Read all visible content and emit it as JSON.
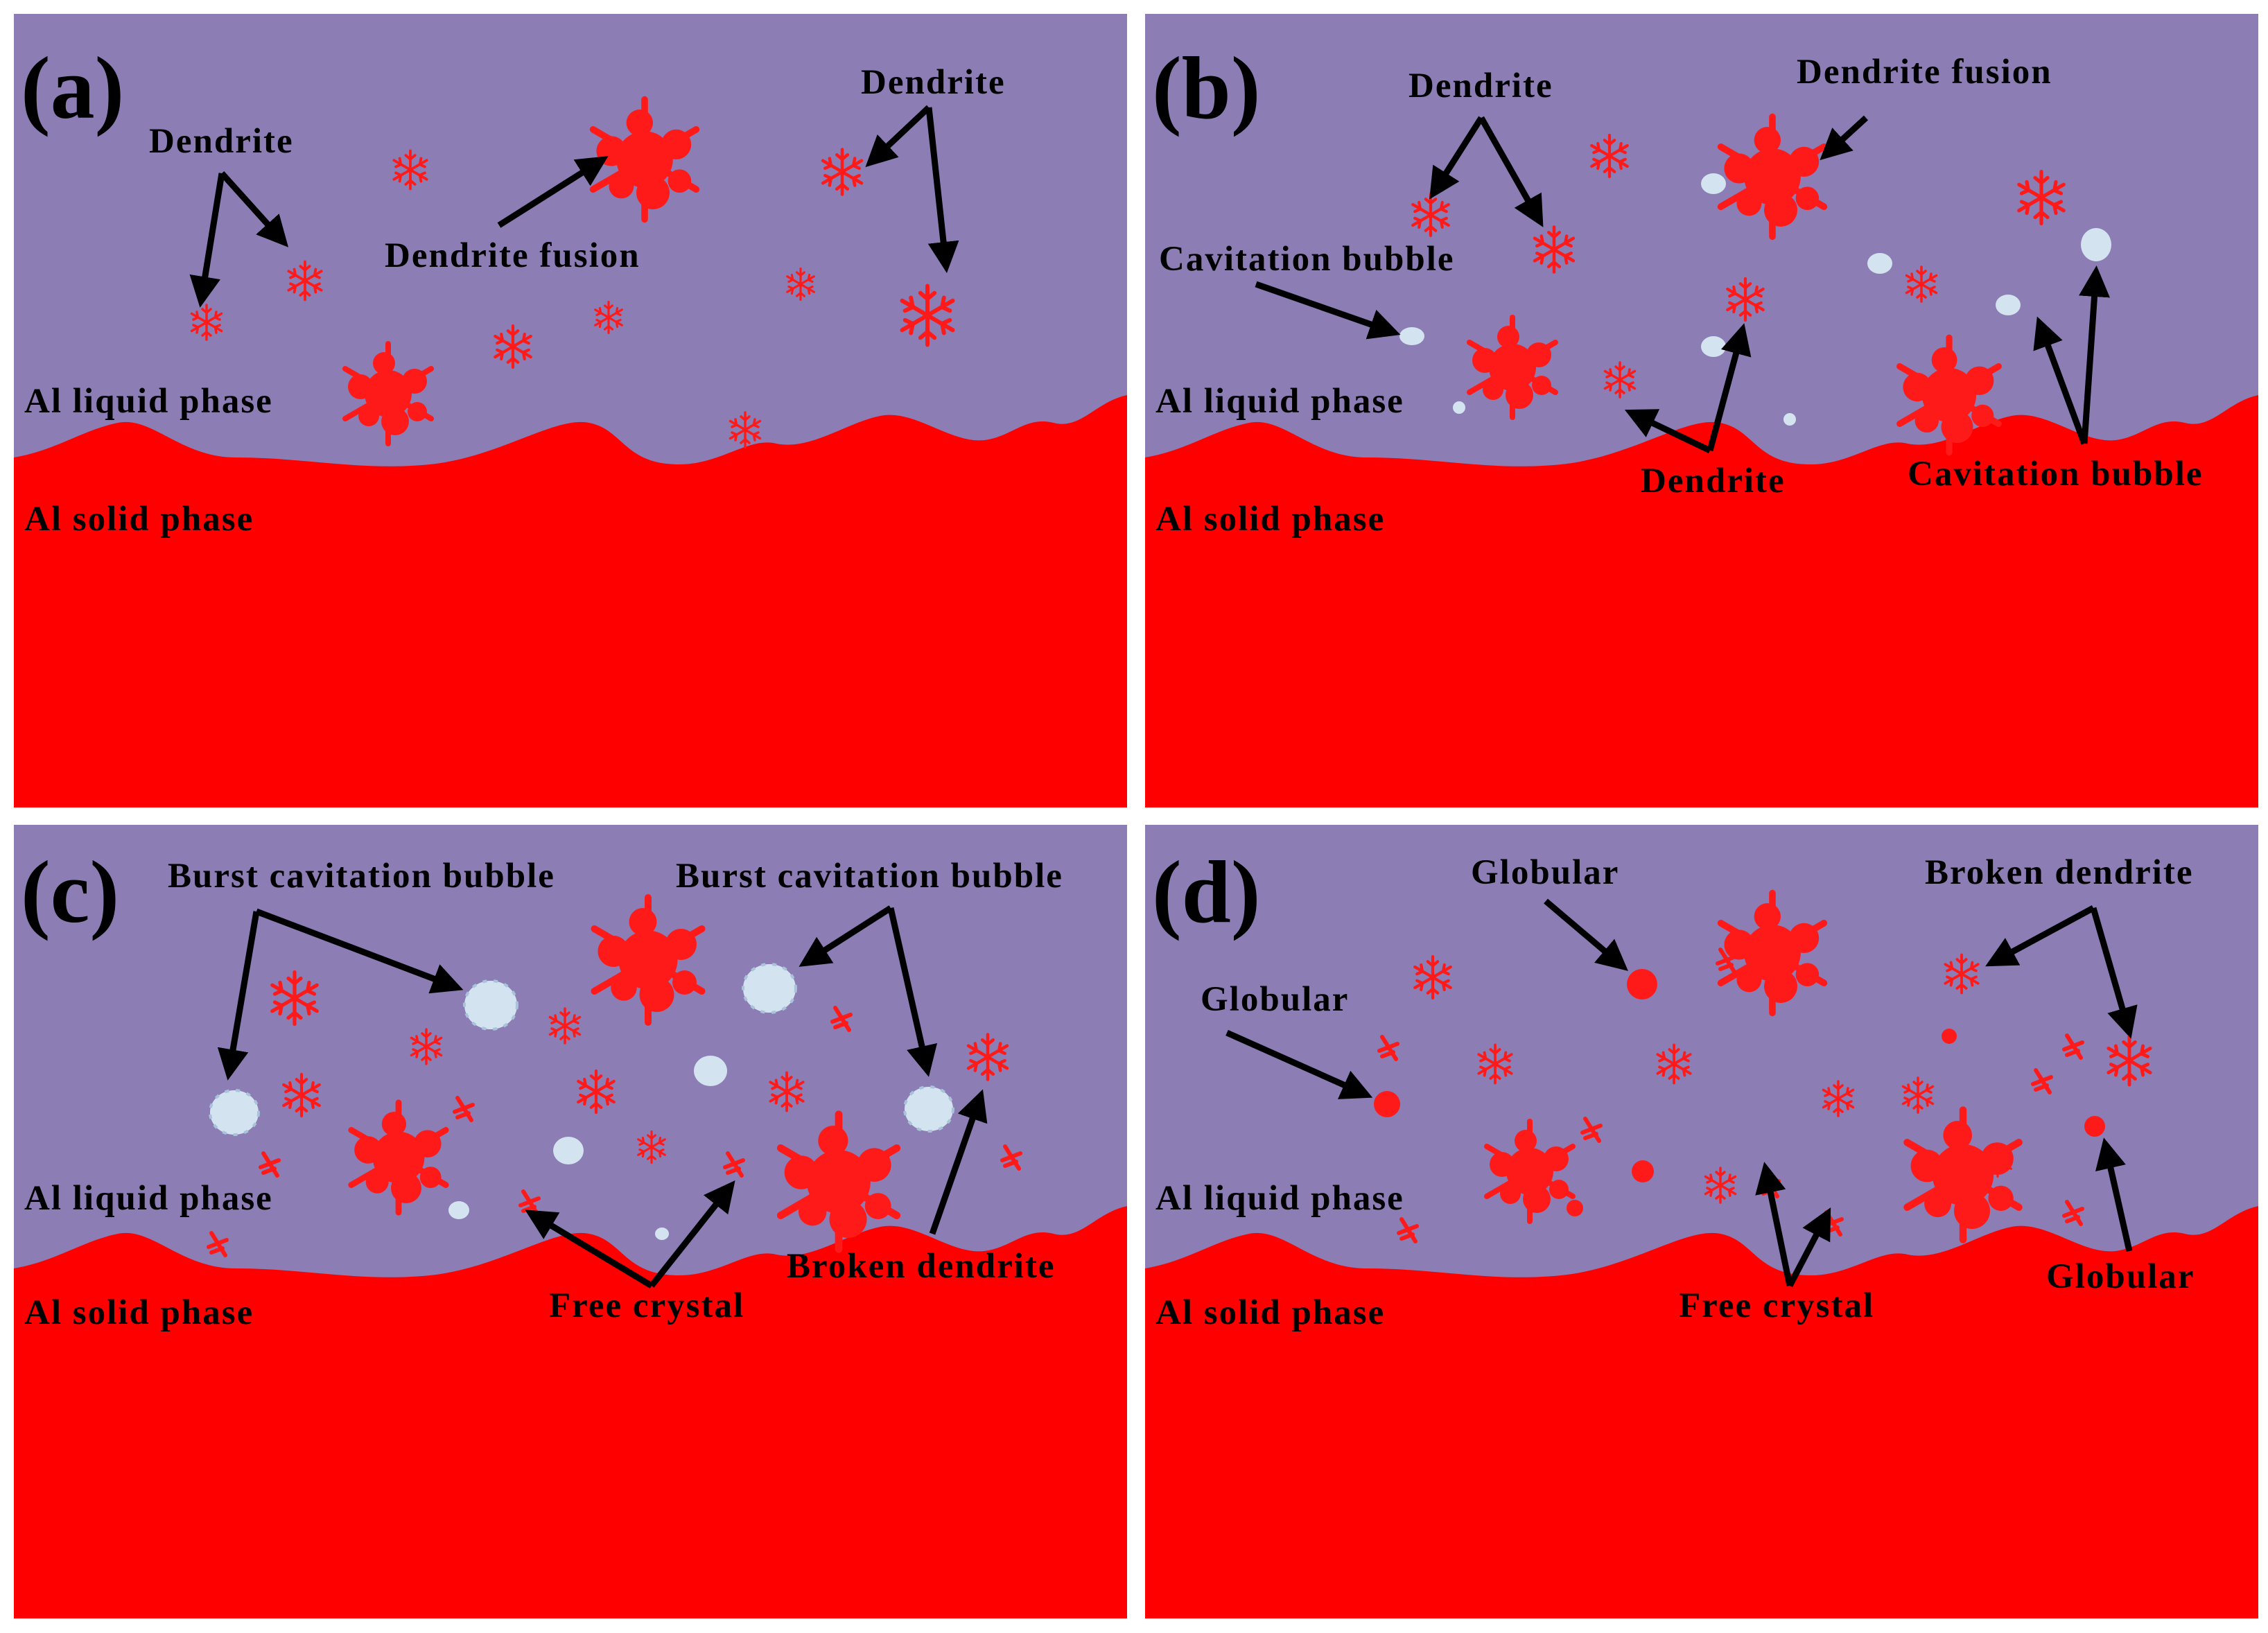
{
  "colors": {
    "liquid": "#8c7db5",
    "solid": "#ff0000",
    "crystal": "#ff1a1a",
    "bubble": "#d3e3ef",
    "bubble_edge": "#a9c3da",
    "arrow": "#000000"
  },
  "icons": {
    "dendrite": "snowflake-icon",
    "dendrite_fusion": "snowflake-cluster-icon",
    "bubble": "bubble-icon",
    "free_crystal": "small-cross-icon",
    "globular": "dot-icon"
  },
  "panels": {
    "a": {
      "letter": "(a)",
      "liquid_label": "Al liquid phase",
      "solid_label": "Al solid phase",
      "callouts": [
        "Dendrite",
        "Dendrite fusion",
        "Dendrite"
      ]
    },
    "b": {
      "letter": "(b)",
      "liquid_label": "Al liquid phase",
      "solid_label": "Al solid phase",
      "callouts": [
        "Dendrite",
        "Dendrite fusion",
        "Cavitation bubble",
        "Dendrite",
        "Cavitation bubble"
      ]
    },
    "c": {
      "letter": "(c)",
      "liquid_label": "Al liquid phase",
      "solid_label": "Al solid phase",
      "callouts": [
        "Burst cavitation bubble",
        "Burst cavitation bubble",
        "Free crystal",
        "Broken dendrite"
      ]
    },
    "d": {
      "letter": "(d)",
      "liquid_label": "Al liquid phase",
      "solid_label": "Al solid phase",
      "callouts": [
        "Globular",
        "Globular",
        "Broken dendrite",
        "Free crystal",
        "Globular"
      ]
    }
  }
}
